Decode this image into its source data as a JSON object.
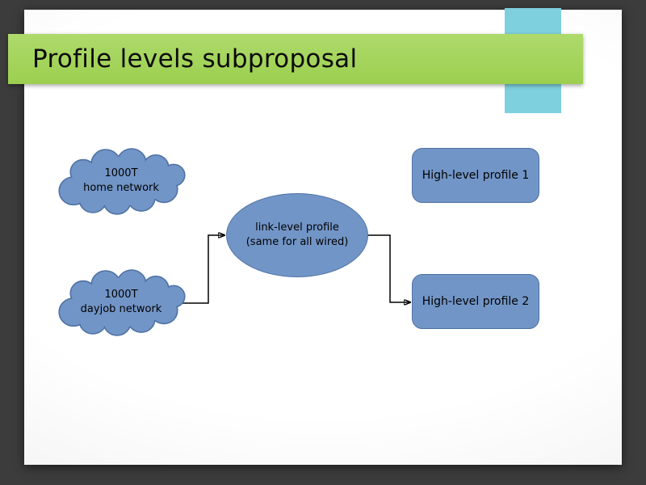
{
  "slide": {
    "title": "Profile levels subproposal"
  },
  "nodes": {
    "cloud_home": {
      "line1": "1000T",
      "line2": "home network"
    },
    "cloud_dayjob": {
      "line1": "1000T",
      "line2": "dayjob network"
    },
    "link_ellipse": {
      "line1": "link-level profile",
      "line2": "(same for all wired)"
    },
    "profile_box_1": {
      "label": "High-level profile 1"
    },
    "profile_box_2": {
      "label": "High-level profile 2"
    }
  },
  "colors": {
    "shape_fill": "#7295c7",
    "shape_border": "#4f72a5",
    "ribbon_cyan": "#7fd0df",
    "banner_green": "#a2d45b",
    "frame_gray": "#3c3c3c"
  }
}
